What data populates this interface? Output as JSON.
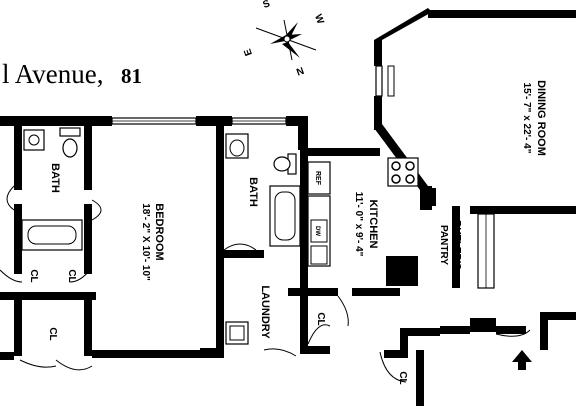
{
  "header": {
    "address_fragment": "l Avenue,",
    "number": "81"
  },
  "compass": {
    "north": "N",
    "south": "S",
    "east": "E",
    "west": "W"
  },
  "rooms": {
    "bath_left": "BATH",
    "bedroom": {
      "name": "BEDROOM",
      "dims": "18'- 2\" X 10'- 10\""
    },
    "bath_center": "BATH",
    "laundry": "LAUNDRY",
    "kitchen": {
      "name": "KITCHEN",
      "dims": "11'- 0\" x 9'- 4\""
    },
    "butlers_pantry": {
      "line1": "BUTLER'S",
      "line2": "PANTRY"
    },
    "dining_room": {
      "name": "DINING ROOM",
      "dims": "15'- 7\" x 22'- 4\""
    }
  },
  "closets": {
    "cl_1": "CL",
    "cl_2": "CL",
    "cl_3": "CL",
    "cl_4": "CL",
    "cl_5": "CL"
  },
  "fixtures": {
    "ref": "REF",
    "dw": "DW"
  },
  "markers": {
    "entry_arrow": "entry-arrow-icon"
  }
}
